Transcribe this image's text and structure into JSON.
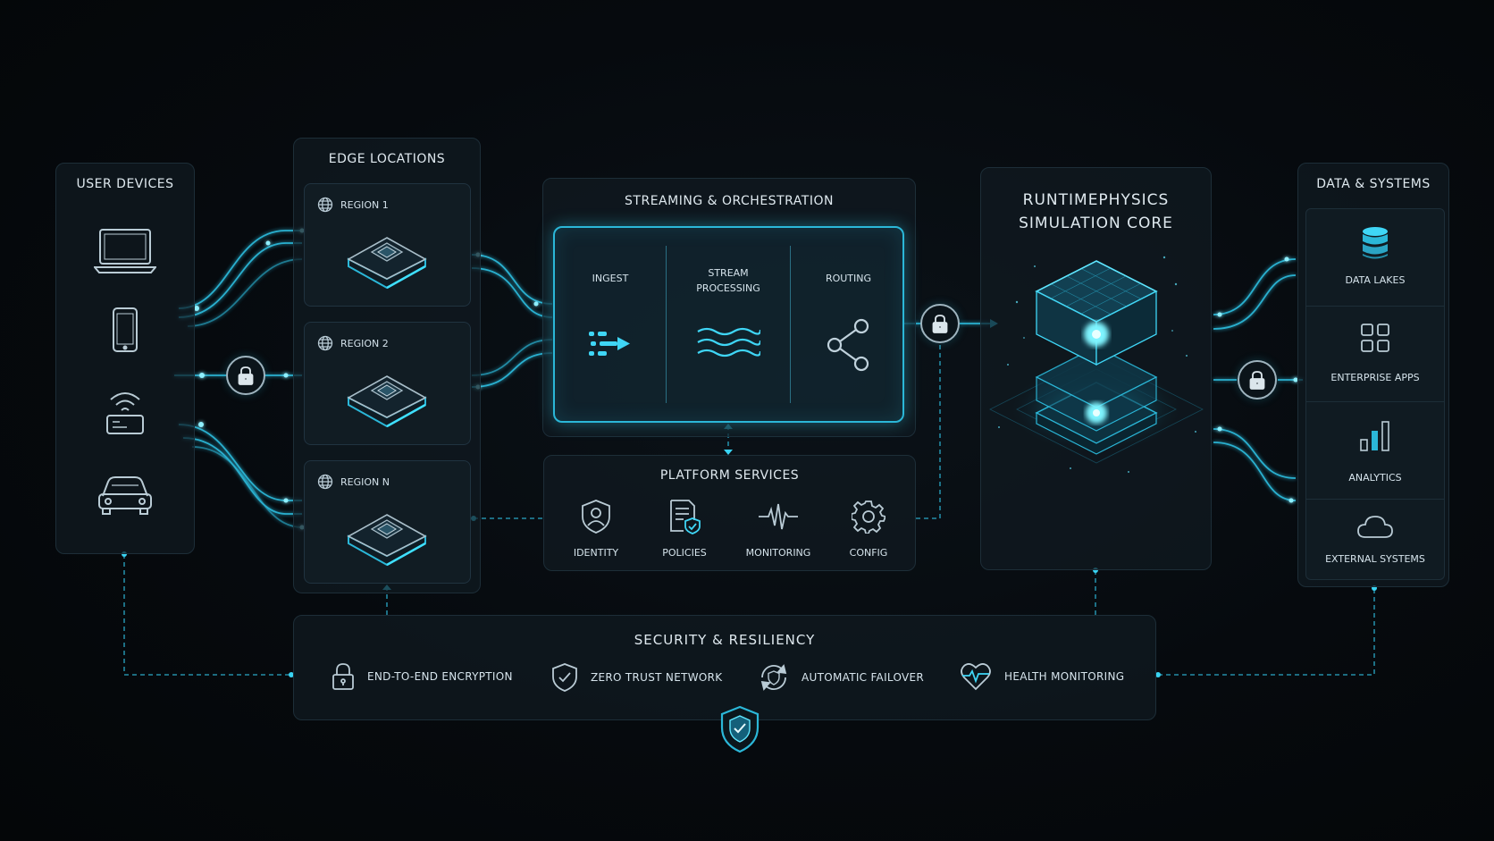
{
  "user_devices": {
    "title": "USER DEVICES",
    "icons": [
      "laptop-icon",
      "phone-icon",
      "wifi-device-icon",
      "car-icon"
    ]
  },
  "edge_locations": {
    "title": "EDGE LOCATIONS",
    "regions": [
      {
        "label": "REGION 1",
        "icon": "globe-icon"
      },
      {
        "label": "REGION 2",
        "icon": "globe-icon"
      },
      {
        "label": "REGION N",
        "icon": "globe-icon"
      }
    ]
  },
  "streaming": {
    "title": "STREAMING & ORCHESTRATION",
    "stages": [
      {
        "label": "INGEST",
        "icon": "ingest-arrow-icon"
      },
      {
        "label": "STREAM\nPROCESSING",
        "icon": "waves-icon"
      },
      {
        "label": "ROUTING",
        "icon": "share-nodes-icon"
      }
    ]
  },
  "platform_services": {
    "title": "PLATFORM SERVICES",
    "items": [
      {
        "label": "IDENTITY",
        "icon": "identity-shield-icon"
      },
      {
        "label": "POLICIES",
        "icon": "policy-document-icon"
      },
      {
        "label": "MONITORING",
        "icon": "pulse-icon"
      },
      {
        "label": "CONFIG",
        "icon": "gear-icon"
      }
    ]
  },
  "core": {
    "title_line1": "RUNTIMEPHYSICS",
    "title_line2": "SIMULATION CORE",
    "icon": "layered-cube-icon"
  },
  "data_systems": {
    "title": "DATA & SYSTEMS",
    "items": [
      {
        "label": "DATA LAKES",
        "icon": "database-icon"
      },
      {
        "label": "ENTERPRISE APPS",
        "icon": "grid-apps-icon"
      },
      {
        "label": "ANALYTICS",
        "icon": "bar-chart-icon"
      },
      {
        "label": "EXTERNAL SYSTEMS",
        "icon": "cloud-icon"
      }
    ]
  },
  "security": {
    "title": "SECURITY & RESILIENCY",
    "items": [
      {
        "label": "END-TO-END ENCRYPTION",
        "icon": "lock-icon"
      },
      {
        "label": "ZERO TRUST NETWORK",
        "icon": "check-shield-icon"
      },
      {
        "label": "AUTOMATIC FAILOVER",
        "icon": "failover-icon"
      },
      {
        "label": "HEALTH MONITORING",
        "icon": "heart-pulse-icon"
      }
    ],
    "badge_icon": "shield-badge-icon"
  },
  "colors": {
    "accent": "#2bb7d8",
    "accent_glow": "#3fe0ff",
    "panel_border": "#1d2e38",
    "background": "#05080b",
    "text": "#d7e6ee"
  }
}
